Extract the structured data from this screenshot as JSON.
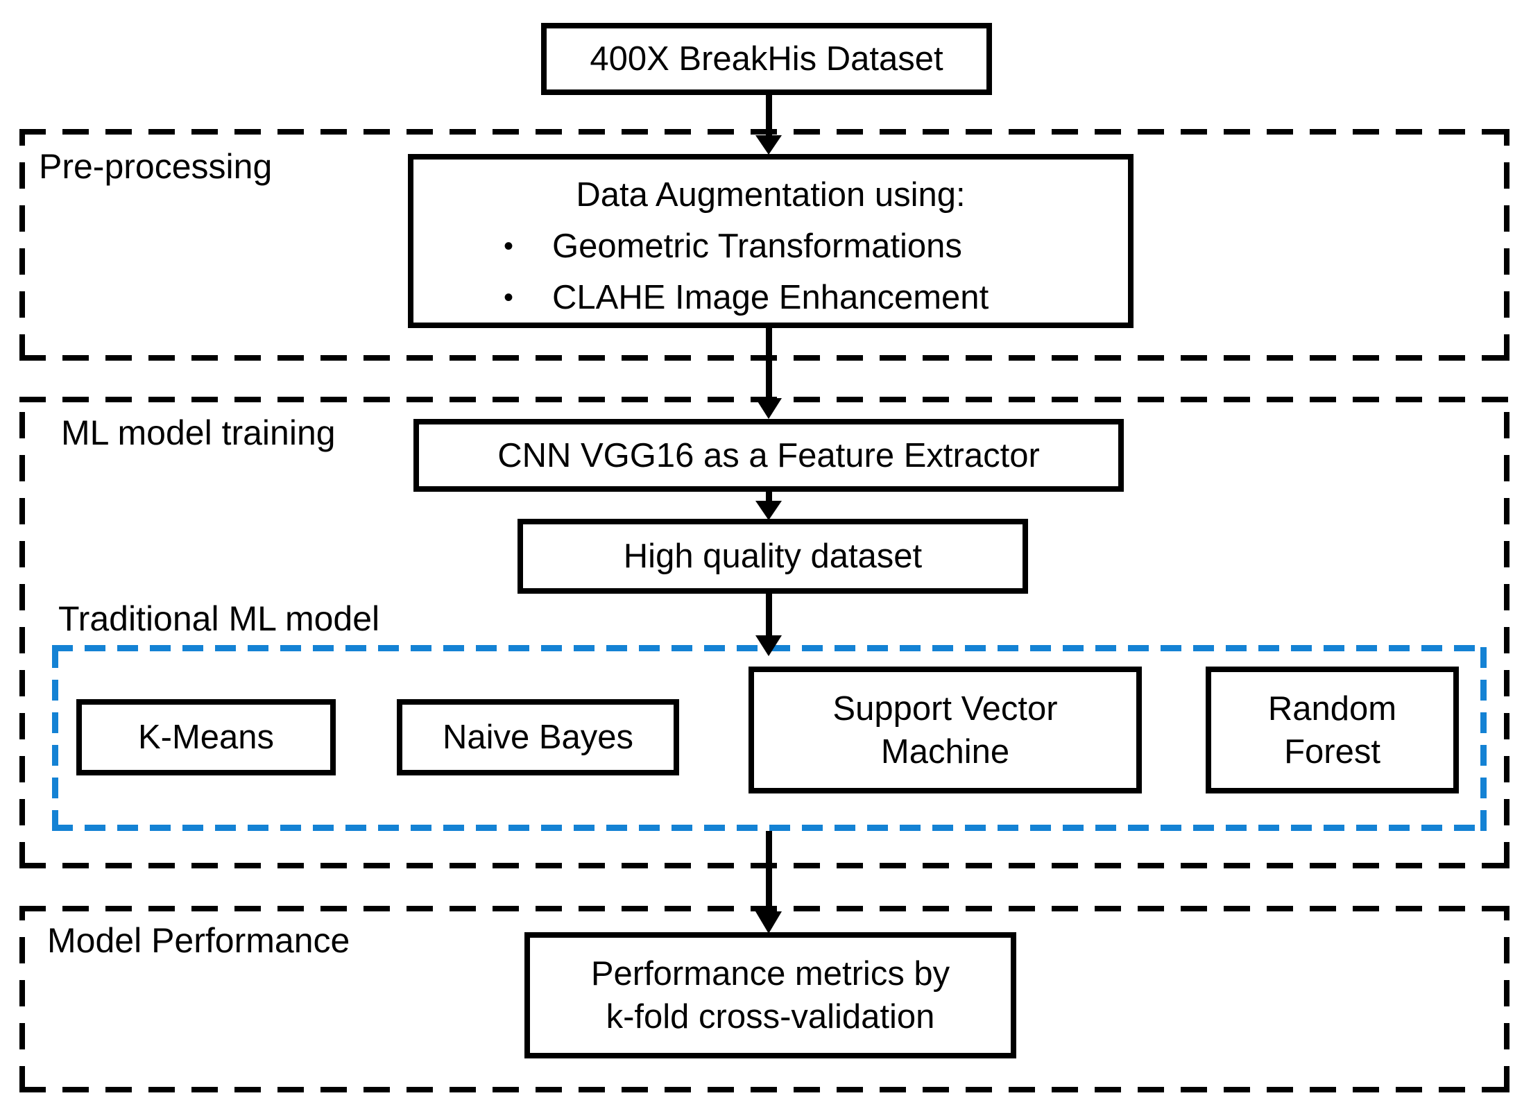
{
  "figure": {
    "colors": {
      "outline_black": "#000000",
      "traditional_frame_blue": "#1482d4",
      "background": "#ffffff"
    },
    "regions": {
      "preprocessing": {
        "label": "Pre-processing"
      },
      "training": {
        "label": "ML model training"
      },
      "traditional": {
        "label": "Traditional ML model"
      },
      "performance": {
        "label": "Model Performance"
      }
    },
    "nodes": {
      "dataset": {
        "label": "400X BreakHis Dataset"
      },
      "augmentation": {
        "title": "Data Augmentation using:",
        "bullet": "•",
        "items": [
          "Geometric Transformations",
          "CLAHE Image Enhancement"
        ]
      },
      "cnn": {
        "label": "CNN VGG16 as a Feature Extractor"
      },
      "hq_dataset": {
        "label": "High quality dataset"
      },
      "kmeans": {
        "label": "K-Means"
      },
      "naive_bayes": {
        "label": "Naive Bayes"
      },
      "svm": {
        "label": "Support Vector\nMachine"
      },
      "random_forest": {
        "label": "Random\nForest"
      },
      "metrics": {
        "label": "Performance metrics by\nk-fold cross-validation"
      }
    }
  }
}
